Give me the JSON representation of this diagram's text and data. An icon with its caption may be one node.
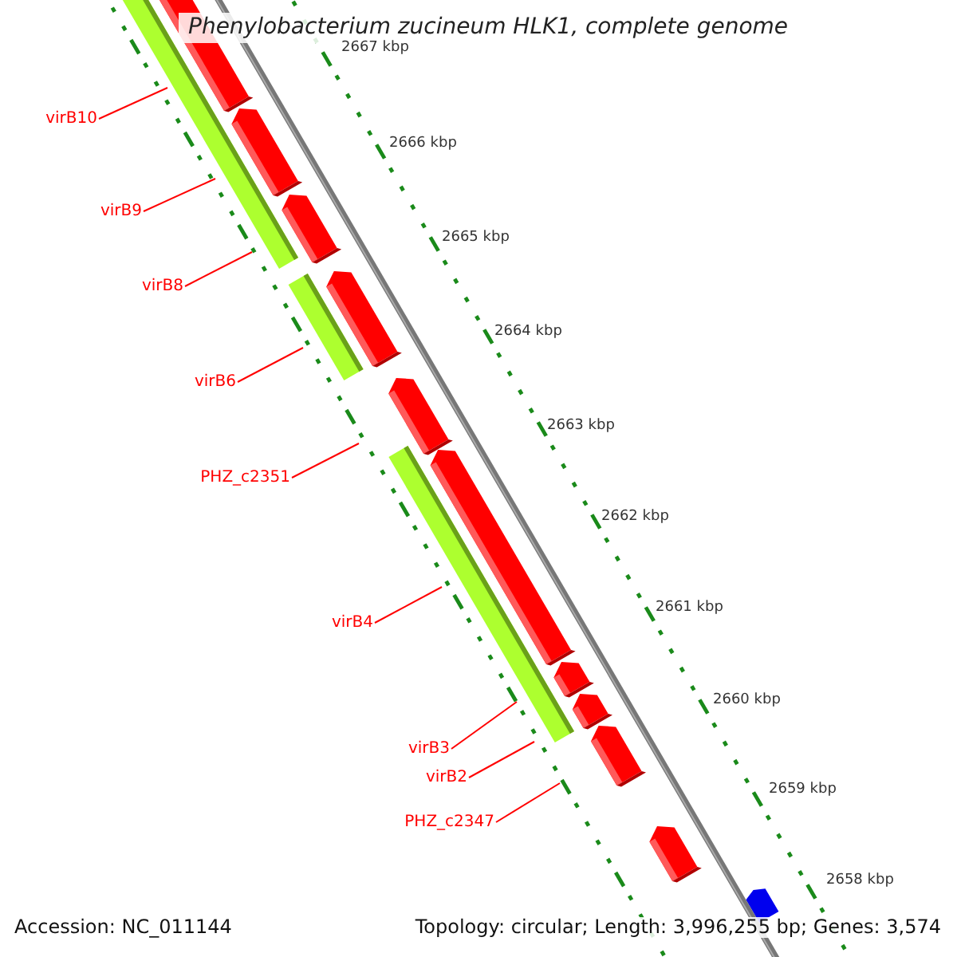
{
  "diagram": {
    "title": "Phenylobacterium zucineum HLK1, complete genome",
    "nodes": [
      {
        "text": [
          "virB10"
        ]
      },
      {
        "text": [
          "virB9"
        ]
      },
      {
        "text": [
          "virB8"
        ]
      },
      {
        "text": [
          "virB6"
        ]
      },
      {
        "text": [
          "PHZ_c2351"
        ]
      },
      {
        "text": [
          "virB4"
        ]
      },
      {
        "text": [
          "virB3"
        ]
      },
      {
        "text": [
          "virB2"
        ]
      },
      {
        "text": [
          "PHZ_c2347"
        ]
      }
    ],
    "edges": [
      {
        "from": 0,
        "to": null,
        "arrow": "none"
      },
      {
        "from": 1,
        "to": null,
        "arrow": "none"
      },
      {
        "from": 2,
        "to": null,
        "arrow": "none"
      },
      {
        "from": 3,
        "to": null,
        "arrow": "none"
      },
      {
        "from": 4,
        "to": null,
        "arrow": "none"
      },
      {
        "from": 5,
        "to": null,
        "arrow": "none"
      },
      {
        "from": 6,
        "to": null,
        "arrow": "none"
      },
      {
        "from": 7,
        "to": null,
        "arrow": "none"
      },
      {
        "from": 8,
        "to": null,
        "arrow": "none"
      }
    ],
    "labels": [
      "2667 kbp",
      "2666 kbp",
      "2665 kbp",
      "2664 kbp",
      "2663 kbp",
      "2662 kbp",
      "2661 kbp",
      "2660 kbp",
      "2659 kbp",
      "2658 kbp",
      "Accession: NC_011144",
      "Topology: circular; Length: 3,996,255 bp; Genes: 3,574"
    ]
  }
}
